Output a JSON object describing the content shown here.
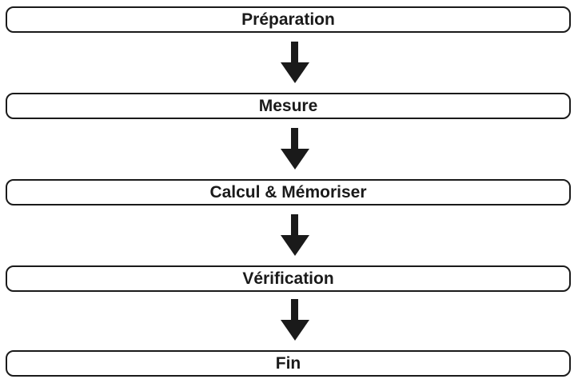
{
  "flowchart": {
    "steps": [
      {
        "label": "Préparation"
      },
      {
        "label": "Mesure"
      },
      {
        "label": "Calcul & Mémoriser"
      },
      {
        "label": "Vérification"
      },
      {
        "label": "Fin"
      }
    ],
    "colors": {
      "stroke": "#1a1a1a",
      "background": "#ffffff"
    }
  }
}
